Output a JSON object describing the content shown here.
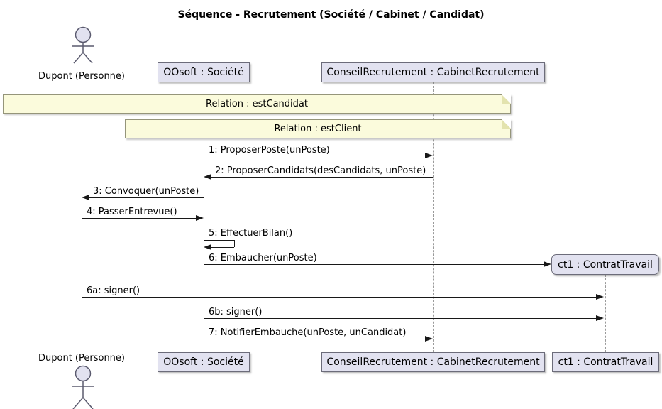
{
  "title": "Séquence - Recrutement (Société / Cabinet / Candidat)",
  "diagram_type": "uml-sequence",
  "participants": {
    "actor": {
      "label": "Dupont (Personne)",
      "kind": "actor"
    },
    "societe": {
      "label": "OOsoft : Société",
      "kind": "object"
    },
    "cabinet": {
      "label": "ConseilRecrutement : CabinetRecrutement",
      "kind": "object"
    },
    "contrat": {
      "label": "ct1 : ContratTravail",
      "kind": "object-created"
    }
  },
  "notes": [
    {
      "label": "Relation : estCandidat",
      "over": [
        "actor",
        "cabinet"
      ]
    },
    {
      "label": "Relation : estClient",
      "over": [
        "societe",
        "cabinet"
      ]
    }
  ],
  "messages": [
    {
      "label": "1: ProposerPoste(unPoste)",
      "from": "societe",
      "to": "cabinet"
    },
    {
      "label": "2: ProposerCandidats(desCandidats, unPoste)",
      "from": "cabinet",
      "to": "societe"
    },
    {
      "label": "3: Convoquer(unPoste)",
      "from": "societe",
      "to": "actor"
    },
    {
      "label": "4: PasserEntrevue()",
      "from": "actor",
      "to": "societe"
    },
    {
      "label": "5: EffectuerBilan()",
      "from": "societe",
      "to": "societe"
    },
    {
      "label": "6: Embaucher(unPoste)",
      "from": "societe",
      "to": "contrat"
    },
    {
      "label": "6a: signer()",
      "from": "actor",
      "to": "contrat"
    },
    {
      "label": "6b: signer()",
      "from": "societe",
      "to": "contrat"
    },
    {
      "label": "7: NotifierEmbauche(unPoste, unCandidat)",
      "from": "societe",
      "to": "cabinet"
    }
  ],
  "colors": {
    "participant_fill": "#E2E2F0",
    "note_fill": "#FBFBDC",
    "arrow": "#181818",
    "lifeline": "#9A9A9A",
    "background": "#FFFFFF"
  }
}
